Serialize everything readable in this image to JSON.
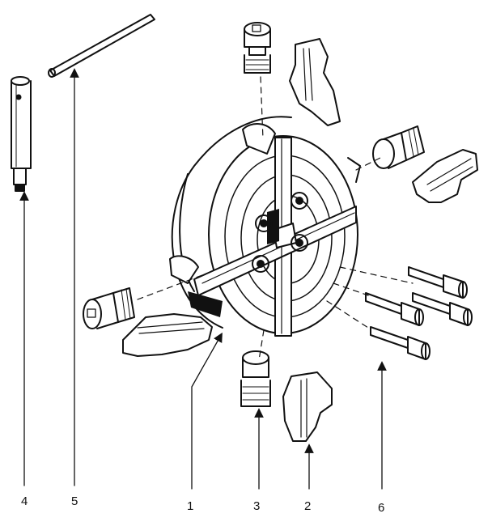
{
  "callouts": [
    {
      "id": "4",
      "text": "4"
    },
    {
      "id": "5",
      "text": "5"
    },
    {
      "id": "1",
      "text": "1"
    },
    {
      "id": "3",
      "text": "3"
    },
    {
      "id": "2",
      "text": "2"
    },
    {
      "id": "6",
      "text": "6"
    }
  ],
  "colors": {
    "ink": "#111111",
    "paper": "#ffffff"
  }
}
